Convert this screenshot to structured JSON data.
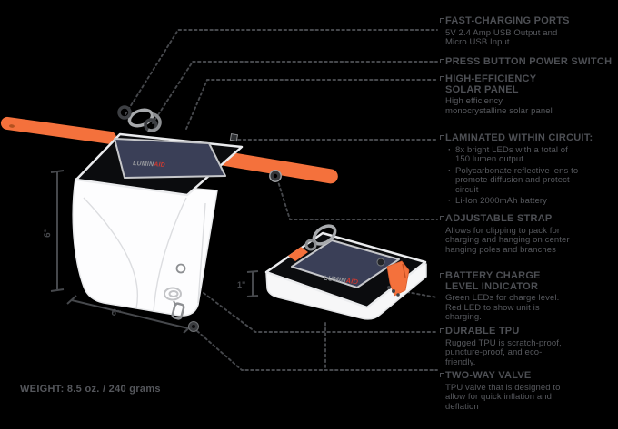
{
  "weight_label": "WEIGHT: 8.5 oz. / 240 grams",
  "bullet_char": "·",
  "brand": {
    "gray_part": "LUMIN",
    "red_part": "AID"
  },
  "dimensions": {
    "height": "6\"",
    "width": "6\"",
    "collapsed_thickness": "1\""
  },
  "callouts": [
    {
      "title": "FAST-CHARGING PORTS",
      "desc": "5V 2.4 Amp USB Output and\nMicro USB Input"
    },
    {
      "title": "PRESS BUTTON POWER SWITCH",
      "desc": ""
    },
    {
      "title": "HIGH-EFFICIENCY\nSOLAR PANEL",
      "desc": "High efficiency\nmonocrystalline solar panel"
    },
    {
      "title": "LAMINATED WITHIN CIRCUIT:",
      "bullets": [
        "8x bright LEDs with a total of\n150 lumen output",
        "Polycarbonate reflective lens to\npromote diffusion and protect\ncircuit",
        "Li-Ion 2000mAh battery"
      ]
    },
    {
      "title": "ADJUSTABLE STRAP",
      "desc": "Allows for clipping to pack for\ncharging and hanging on center\nhanging poles and branches"
    },
    {
      "title": "BATTERY CHARGE\nLEVEL INDICATOR",
      "desc": "Green LEDs for charge level.\nRed LED to show unit is\ncharging."
    },
    {
      "title": "DURABLE TPU",
      "desc": "Rugged TPU is scratch-proof,\npuncture-proof, and eco-\nfriendly."
    },
    {
      "title": "TWO-WAY VALVE",
      "desc": "TPU valve that is designed to\nallow for quick inflation and\ndeflation"
    }
  ],
  "colors": {
    "background": "#000000",
    "accent_orange": "#F4713C",
    "solar_panel_navy": "#3A3F57",
    "title_gray": "#4D4F54",
    "body_text_gray": "#57595E",
    "line_gray": "#46484C",
    "logo_gray": "#97999D",
    "logo_red": "#CF3A30",
    "lantern_white": "#FFFFFF"
  }
}
